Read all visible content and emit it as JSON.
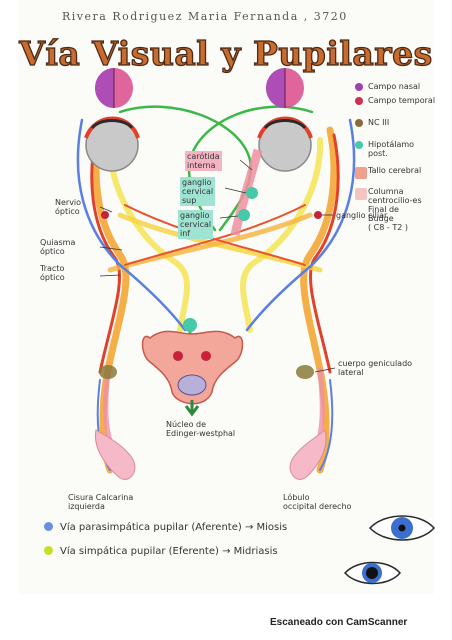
{
  "author": "Rivera Rodriguez Maria Fernanda , 3720",
  "title": "Vía Visual y Pupilares",
  "legend": [
    {
      "label": "Campo nasal",
      "color": "#a13fb0"
    },
    {
      "label": "Campo temporal",
      "color": "#d22c4f"
    },
    {
      "label": "NC III",
      "color": "#8a6a3a"
    },
    {
      "label": "Hipotálamo\npost.",
      "color": "#46c9a8"
    },
    {
      "label": "Tallo cerebral",
      "color": "#f0a08c"
    },
    {
      "label": "Columna\ncentrocilio-es\nFinal de\nBudge\n( C8 - T2 )",
      "color": "#f3c4c0"
    }
  ],
  "labels": {
    "carotida": "carótida\ninterna",
    "ganglio_sup": "ganglio\ncervical\nsup",
    "ganglio_inf": "ganglio\ncervical\ninf",
    "nervio_optico": "Nervio\nóptico",
    "quiasma": "Quiasma\nóptico",
    "tracto": "Tracto\nóptico",
    "ganglio_ciliar": "ganglio ciliar",
    "cuerpo_geniculado": "cuerpo geniculado\nlateral",
    "nucleo": "Núcleo de\nEdinger-westphal",
    "cisura_izq": "Cisura Calcarina\nizquierda",
    "lobulo_der": "Lóbulo\noccipital derecho"
  },
  "pathways": [
    {
      "label": "Vía parasimpática pupilar (Aferente) → Miosis",
      "color": "#6a8fe0"
    },
    {
      "label": "Vía simpática pupilar (Eferente) → Midriasis",
      "color": "#c8df2a"
    }
  ],
  "footer": "Escaneado con CamScanner"
}
